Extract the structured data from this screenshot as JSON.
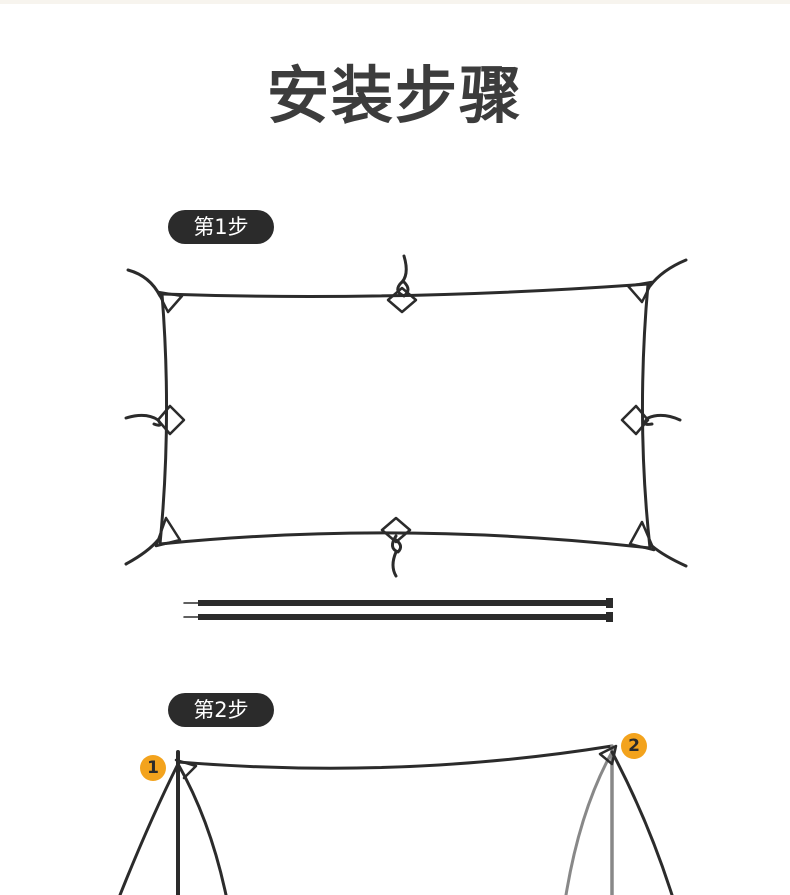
{
  "page": {
    "title": "安装步骤"
  },
  "steps": [
    {
      "label": "第1步"
    },
    {
      "label": "第2步"
    }
  ],
  "markers": [
    "1",
    "2"
  ],
  "colors": {
    "line": "#2b2b2b",
    "badge_bg": "#2b2b2b",
    "marker": "#f3a31d",
    "pole_light": "#888888"
  }
}
